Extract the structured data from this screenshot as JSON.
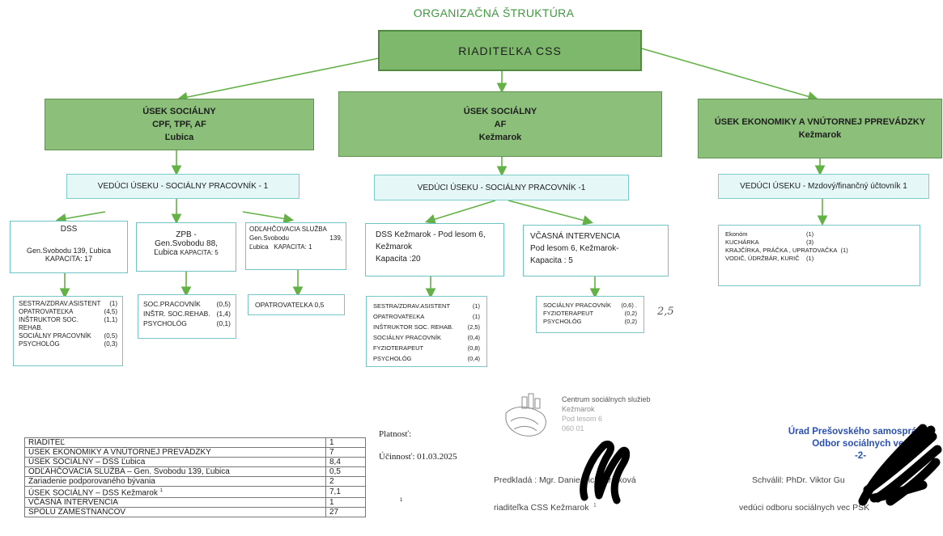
{
  "title": "ORGANIZAČNÁ ŠTRUKTÚRA",
  "director": "RIADITEĽKA  CSS",
  "colors": {
    "green_box": "#8cc07a",
    "arrow": "#64b147",
    "cyan_border": "#7ccccc"
  },
  "sections": [
    {
      "lines": [
        "ÚSEK SOCIÁLNY",
        "CPF, TPF, AF",
        "Ľubica"
      ]
    },
    {
      "lines": [
        "ÚSEK SOCIÁLNY",
        "AF",
        "Kežmarok"
      ]
    },
    {
      "lines": [
        "ÚSEK EKONOMIKY A VNÚTORNEJ PPREVÁDZKY",
        "Kežmarok"
      ]
    }
  ],
  "heads": [
    "VEDÚCI ÚSEKU - SOCIÁLNY PRACOVNÍK - 1",
    "VEDÚCI ÚSEKU - SOCIÁLNY PRACOVNÍK -1",
    "VEDÚCI ÚSEKU - Mzdový/finančný účtovník 1"
  ],
  "units": {
    "dss": {
      "title": "DSS",
      "address": "Gen.Svobodu 139, Ľubica",
      "capacity": "KAPACITA: 17"
    },
    "zpb": {
      "title": "ZPB -",
      "address1": "Gen.Svobodu 88,",
      "address2": "Ľubica",
      "capacity": "KAPACITA: 5"
    },
    "odl": {
      "title": "ODĽAHČOVACIA SLUŽBA",
      "address1": "Gen.Svobodu",
      "address_num": "139,",
      "address2": "Ľubica",
      "capacity": "KAPACITA: 1"
    },
    "dssk": {
      "line1": "DSS Kežmarok - Pod lesom 6,",
      "line2": "Kežmarok",
      "line3": "Kapacita :20"
    },
    "vci": {
      "line1": "VČASNÁ INTERVENCIA",
      "line2": "Pod lesom 6, Kežmarok-",
      "line3": "Kapacita : 5"
    }
  },
  "staff": {
    "dss": [
      {
        "name": "SESTRA/ZDRAV.ASISTENT",
        "value": "(1)"
      },
      {
        "name": "OPATROVATEĽKA",
        "value": "(4,5)"
      },
      {
        "name": "INŠTRUKTOR SOC. REHAB.",
        "value": "(1,1)"
      },
      {
        "name": "SOCIÁLNY PRACOVNÍK",
        "value": "(0,5)"
      },
      {
        "name": "PSYCHOLÓG",
        "value": "(0,3)"
      }
    ],
    "zpb": [
      {
        "name": "SOC.PRACOVNÍK",
        "value": "(0,5)"
      },
      {
        "name": "INŠTR. SOC.REHAB.",
        "value": "(1,4)"
      },
      {
        "name": "PSYCHOLÓG",
        "value": "(0,1)"
      }
    ],
    "odl": "OPATROVATEĽKA  0,5",
    "dssk": [
      {
        "name": "SESTRA/ZDRAV.ASISTENT",
        "value": "(1)"
      },
      {
        "name": "OPATROVATEĽKA",
        "value": "(1)"
      },
      {
        "name": "INŠTRUKTOR SOC. REHAB.",
        "value": "(2,5)"
      },
      {
        "name": "SOCIÁLNY PRACOVNÍK",
        "value": "(0,4)"
      },
      {
        "name": "FYZIOTERAPEUT",
        "value": "(0,8)"
      },
      {
        "name": "PSYCHOLÓG",
        "value": "(0,4)"
      }
    ],
    "vci": [
      {
        "name": "SOCIÁLNY PRACOVNÍK",
        "value": "(0,6) ."
      },
      {
        "name": "FYZIOTERAPEUT",
        "value": "(0,2)"
      },
      {
        "name": "PSYCHOLÓG",
        "value": "(0,2)"
      }
    ],
    "vci_note": "2,5",
    "econ": [
      {
        "name": "Ekonóm",
        "value": "(1)"
      },
      {
        "name": "KUCHÁRKA",
        "value": "(3)"
      },
      {
        "name": "KRAJČÍRKA, PRÁČKA , UPRATOVAČKA",
        "value": "(1)"
      },
      {
        "name": "VODIČ, ÚDRŽBÁR, KURIČ",
        "value": "(1)"
      }
    ]
  },
  "summary": [
    {
      "label": "RIADITEĽ",
      "value": "1"
    },
    {
      "label": "ÚSEK EKONOMIKY A VNÚTORNEJ PREVÁDZKY",
      "value": "7"
    },
    {
      "label": "ÚSEK SOCIÁLNY – DSS  Ľubica",
      "value": "8,4"
    },
    {
      "label": "ODĽAHČOVACIA SLUŽBA – Gen. Svobodu 139, Ľubica",
      "value": "0,5"
    },
    {
      "label": "Zariadenie podporovaného bývania",
      "value": "2"
    },
    {
      "label": "ÚSEK SOCIÁLNY –  DSS  Kežmarok",
      "value": "7,1"
    },
    {
      "label": "VČASNÁ INTERVENCIA",
      "value": "1"
    },
    {
      "label": "SPOLU ZAMESTNANCOV",
      "value": "27"
    }
  ],
  "validity": {
    "platnost": "Platnosť:",
    "ucinnost": "Účinnosť: 01.03.2025"
  },
  "stamp1": {
    "line1": "Centrum sociálnych služieb",
    "line2": "Kežmarok",
    "line3": "Pod lesom 6",
    "line4": "060 01"
  },
  "stamp2": {
    "line1": "Úrad Prešovského samosprávne",
    "line2": "Odbor sociálnych vec",
    "line3": "-2-"
  },
  "signers": {
    "left_name": "Predkladá : Mgr. Danie  Pichnarčíková",
    "left_role": "riaditeľka CSS Kežmarok",
    "right_name": "Schválil: PhDr. Viktor Gu",
    "right_role": "vedúci odboru sociálnych vec    ",
    "right_role_tail": "PSK"
  },
  "footnote_mark": "1"
}
